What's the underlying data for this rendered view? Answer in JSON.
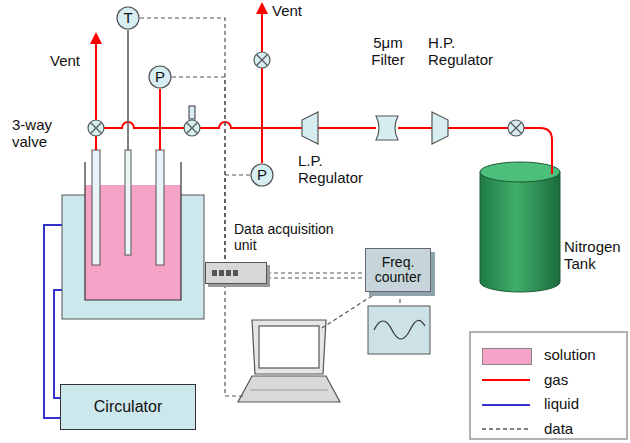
{
  "diagram": {
    "nodes": [
      {
        "text": [
          "T"
        ]
      },
      {
        "text": [
          "P"
        ]
      },
      {
        "text": [
          "P"
        ]
      },
      {
        "text": [
          "Data acquisition unit"
        ]
      },
      {
        "text": [
          "Freq. counter"
        ]
      },
      {
        "text": [
          "Circulator"
        ]
      }
    ],
    "edges": [
      {
        "from": 0,
        "to": 3,
        "arrow": "none"
      },
      {
        "from": 1,
        "to": 3,
        "arrow": "none"
      },
      {
        "from": 2,
        "to": 3,
        "arrow": "none"
      },
      {
        "from": 3,
        "to": 4,
        "arrow": "none"
      }
    ],
    "labels": [
      "Vent",
      "5μm Filter",
      "H.P. Regulator",
      "Vent",
      "3-way valve",
      "L.P. Regulator",
      "Nitrogen Tank"
    ],
    "legend": [
      {
        "text": "solution",
        "color": "#f5a3c7"
      },
      {
        "text": "gas"
      },
      {
        "text": "liquid"
      },
      {
        "text": "data"
      }
    ]
  }
}
